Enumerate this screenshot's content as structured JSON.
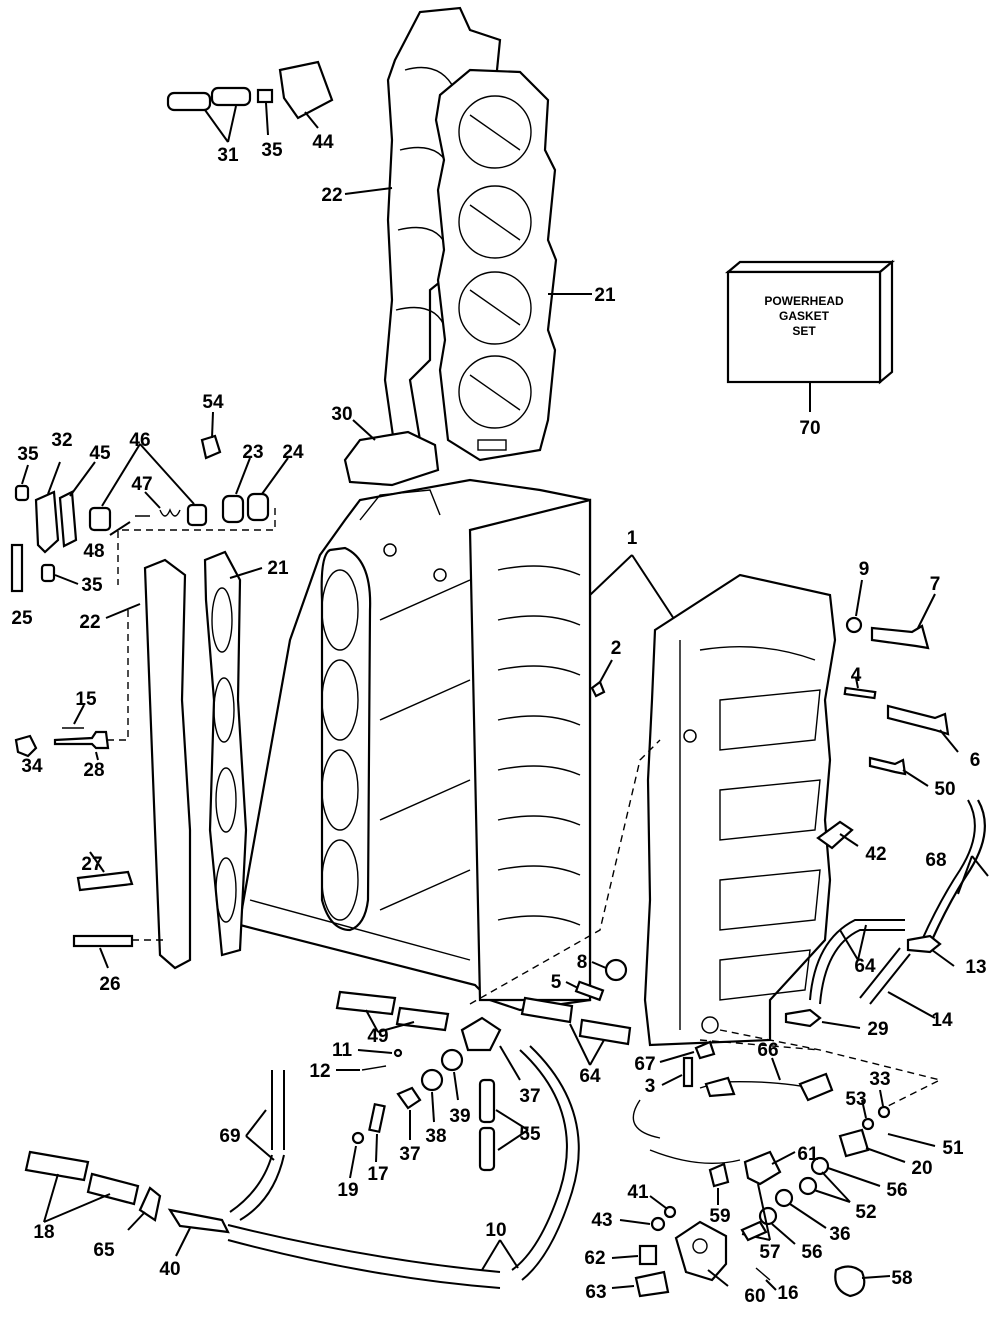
{
  "gasket_set_box": {
    "lines": [
      "POWERHEAD",
      "GASKET",
      "SET"
    ],
    "label": "70"
  },
  "callouts": [
    "1",
    "2",
    "3",
    "4",
    "5",
    "6",
    "7",
    "8",
    "9",
    "10",
    "11",
    "12",
    "13",
    "14",
    "15",
    "16",
    "17",
    "18",
    "19",
    "20",
    "21",
    "22",
    "23",
    "24",
    "25",
    "26",
    "27",
    "28",
    "29",
    "30",
    "31",
    "32",
    "33",
    "34",
    "35",
    "36",
    "37",
    "38",
    "39",
    "40",
    "41",
    "42",
    "43",
    "44",
    "45",
    "46",
    "47",
    "48",
    "49",
    "50",
    "51",
    "52",
    "53",
    "54",
    "55",
    "56",
    "57",
    "58",
    "59",
    "60",
    "61",
    "62",
    "63",
    "64",
    "65",
    "66",
    "67",
    "68",
    "69",
    "70"
  ]
}
